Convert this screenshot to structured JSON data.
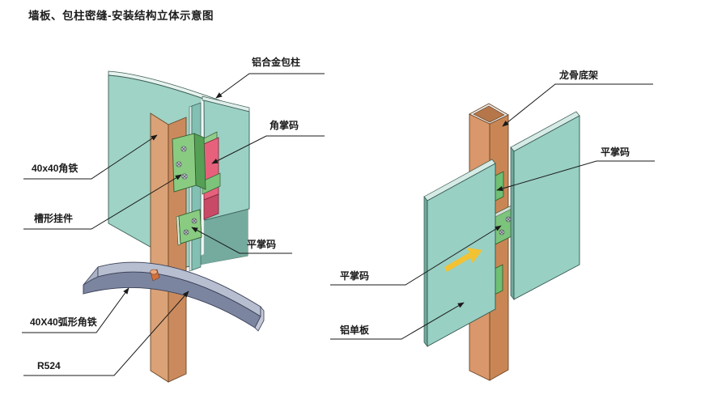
{
  "title": "墙板、包柱密缝-安装结构立体示意图",
  "colors": {
    "panel_teal": "#98d0c3",
    "panel_edge_light": "#d6ebe5",
    "column_orange": "#d9976b",
    "bracket_green": "#7cc47c",
    "bracket_pink": "#e7617d",
    "curved_iron_gray": "#7b85a0",
    "arrow_yellow": "#f2c233",
    "leader_line": "#222222"
  },
  "left_figure": {
    "labels": [
      {
        "text": "铝合金包柱"
      },
      {
        "text": "角掌码"
      },
      {
        "text": "40x40角铁"
      },
      {
        "text": "槽形挂件"
      },
      {
        "text": "平掌码"
      },
      {
        "text": "40X40弧形角铁"
      },
      {
        "text": "R524"
      }
    ]
  },
  "right_figure": {
    "labels": [
      {
        "text": "龙骨底架"
      },
      {
        "text": "平掌码"
      },
      {
        "text": "平掌码"
      },
      {
        "text": "铝单板"
      }
    ]
  }
}
